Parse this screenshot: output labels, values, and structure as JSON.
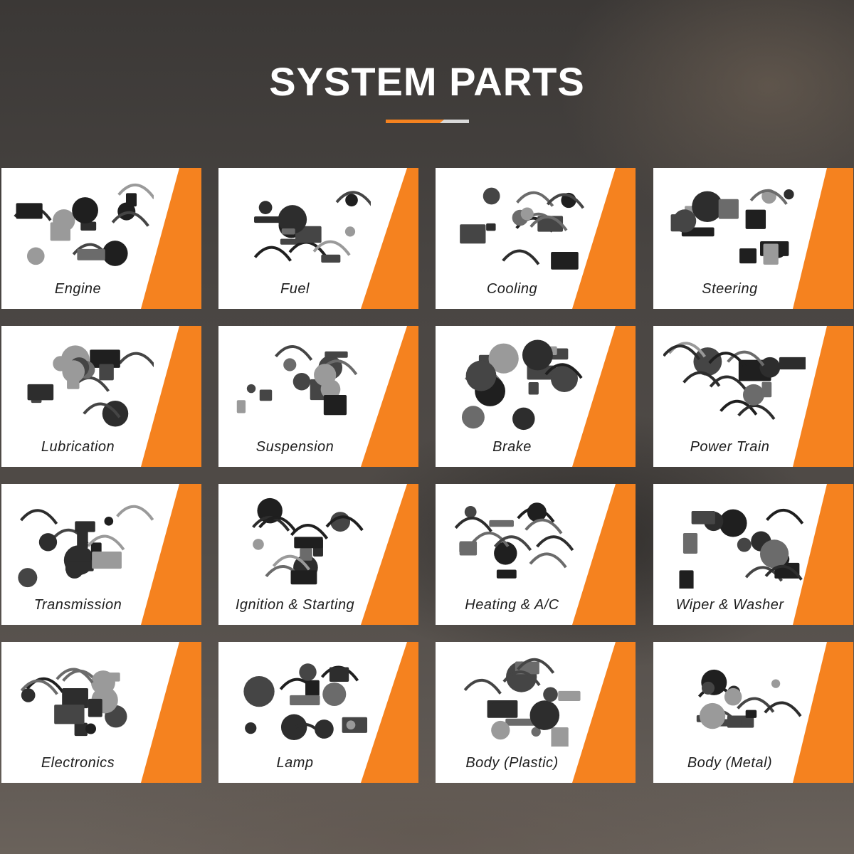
{
  "header": {
    "title": "SYSTEM PARTS"
  },
  "colors": {
    "accent": "#f5821f",
    "card": "#ffffff",
    "underline_secondary": "#d9d9d9"
  },
  "categories": [
    {
      "label": "Engine",
      "icon": "engine-parts-icon"
    },
    {
      "label": "Fuel",
      "icon": "fuel-parts-icon"
    },
    {
      "label": "Cooling",
      "icon": "cooling-parts-icon"
    },
    {
      "label": "Steering",
      "icon": "steering-parts-icon"
    },
    {
      "label": "Lubrication",
      "icon": "lubrication-parts-icon"
    },
    {
      "label": "Suspension",
      "icon": "suspension-parts-icon"
    },
    {
      "label": "Brake",
      "icon": "brake-parts-icon"
    },
    {
      "label": "Power Train",
      "icon": "power-train-parts-icon"
    },
    {
      "label": "Transmission",
      "icon": "transmission-parts-icon"
    },
    {
      "label": "Ignition & Starting",
      "icon": "ignition-parts-icon"
    },
    {
      "label": "Heating & A/C",
      "icon": "heating-ac-parts-icon"
    },
    {
      "label": "Wiper & Washer",
      "icon": "wiper-washer-parts-icon"
    },
    {
      "label": "Electronics",
      "icon": "electronics-parts-icon"
    },
    {
      "label": "Lamp",
      "icon": "lamp-parts-icon"
    },
    {
      "label": "Body (Plastic)",
      "icon": "body-plastic-parts-icon"
    },
    {
      "label": "Body (Metal)",
      "icon": "body-metal-parts-icon"
    }
  ]
}
